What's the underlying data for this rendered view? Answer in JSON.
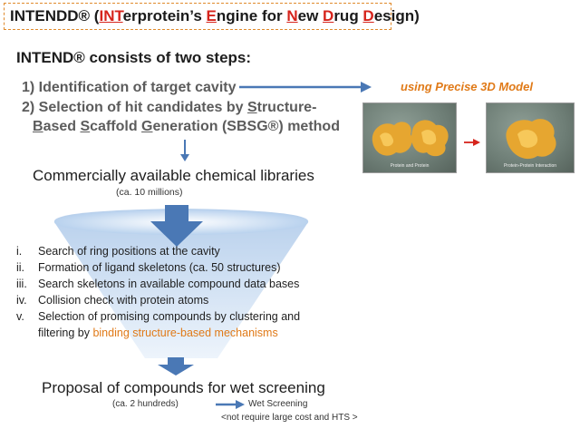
{
  "title": {
    "t1": "INTENDD® (",
    "t2": "INT",
    "t3": "erprotein’s ",
    "t4": "E",
    "t5": "ngine for ",
    "t6": "N",
    "t7": "ew ",
    "t8": "D",
    "t9": "rug ",
    "t10": "D",
    "t11": "esign)"
  },
  "heading": "INTEND® consists of two steps:",
  "step1": "1) Identification of target cavity",
  "step2": {
    "a": "2) Selection of hit candidates by ",
    "b": "S",
    "c": "tructure-",
    "d": "B",
    "e": "ased ",
    "f": "S",
    "g": "caffold ",
    "h": "G",
    "i": "eneration (SBSG®) method"
  },
  "model_label": "using Precise 3D Model",
  "photos": {
    "left_caption": "Protein and Protein",
    "right_caption": "Protein-Protein Interaction"
  },
  "libraries": {
    "title": "Commercially available chemical libraries",
    "sub": "(ca. 10 millions)"
  },
  "steps_list": [
    {
      "num": "i.",
      "text": "Search of ring positions at the cavity"
    },
    {
      "num": "ii.",
      "text": "Formation of ligand skeletons (ca. 50 structures)"
    },
    {
      "num": "iii.",
      "text": "Search skeletons in available compound data bases"
    },
    {
      "num": "iv.",
      "text": "Collision check with protein atoms"
    },
    {
      "num": "v.",
      "text": "Selection of promising compounds by clustering and"
    }
  ],
  "filtering_prefix": "filtering by ",
  "filtering_highlight": "binding structure-based mechanisms",
  "proposal": {
    "title": "Proposal of compounds for wet screening",
    "sub": "(ca. 2 hundreds)",
    "wet": "Wet Screening",
    "note": "<not require large cost and HTS >"
  },
  "colors": {
    "title_border": "#e08a2c",
    "red_letters": "#d6241c",
    "orange_text": "#e07a18",
    "arrow_blue": "#4a78b5",
    "funnel_blue": "#c9dcf0"
  }
}
